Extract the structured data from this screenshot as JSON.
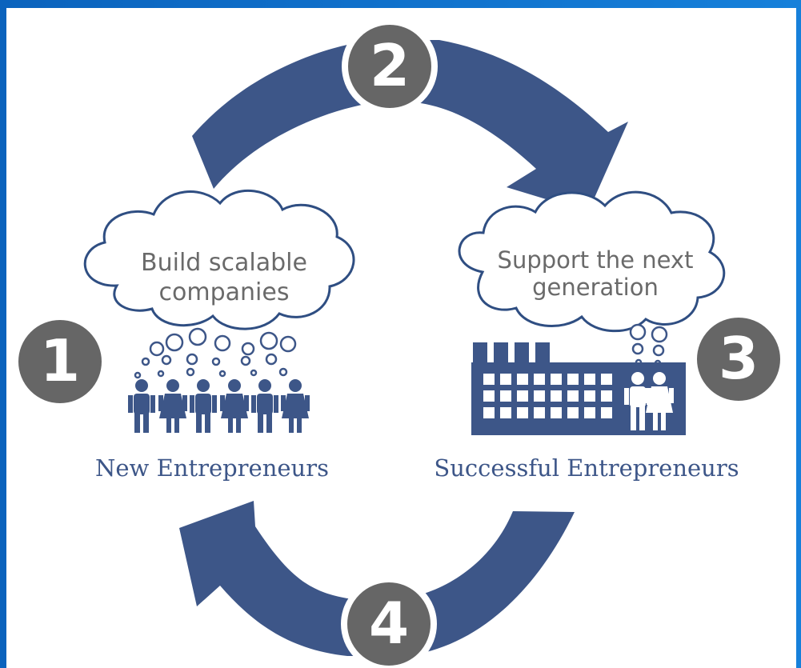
{
  "colors": {
    "frame": "#1670c8",
    "panel": "#ffffff",
    "arrow": "#3d5688",
    "circle": "#666666",
    "text_gray": "#6a6a6a",
    "text_blue": "#3d5688",
    "cloud_stroke": "#2f4e82"
  },
  "steps": [
    {
      "number": "1"
    },
    {
      "number": "2"
    },
    {
      "number": "3"
    },
    {
      "number": "4"
    }
  ],
  "clouds": {
    "left": {
      "line1": "Build scalable",
      "line2": "companies"
    },
    "right": {
      "line1": "Support the next",
      "line2": "generation"
    }
  },
  "captions": {
    "left": "New Entrepreneurs",
    "right": "Successful Entrepreneurs"
  }
}
